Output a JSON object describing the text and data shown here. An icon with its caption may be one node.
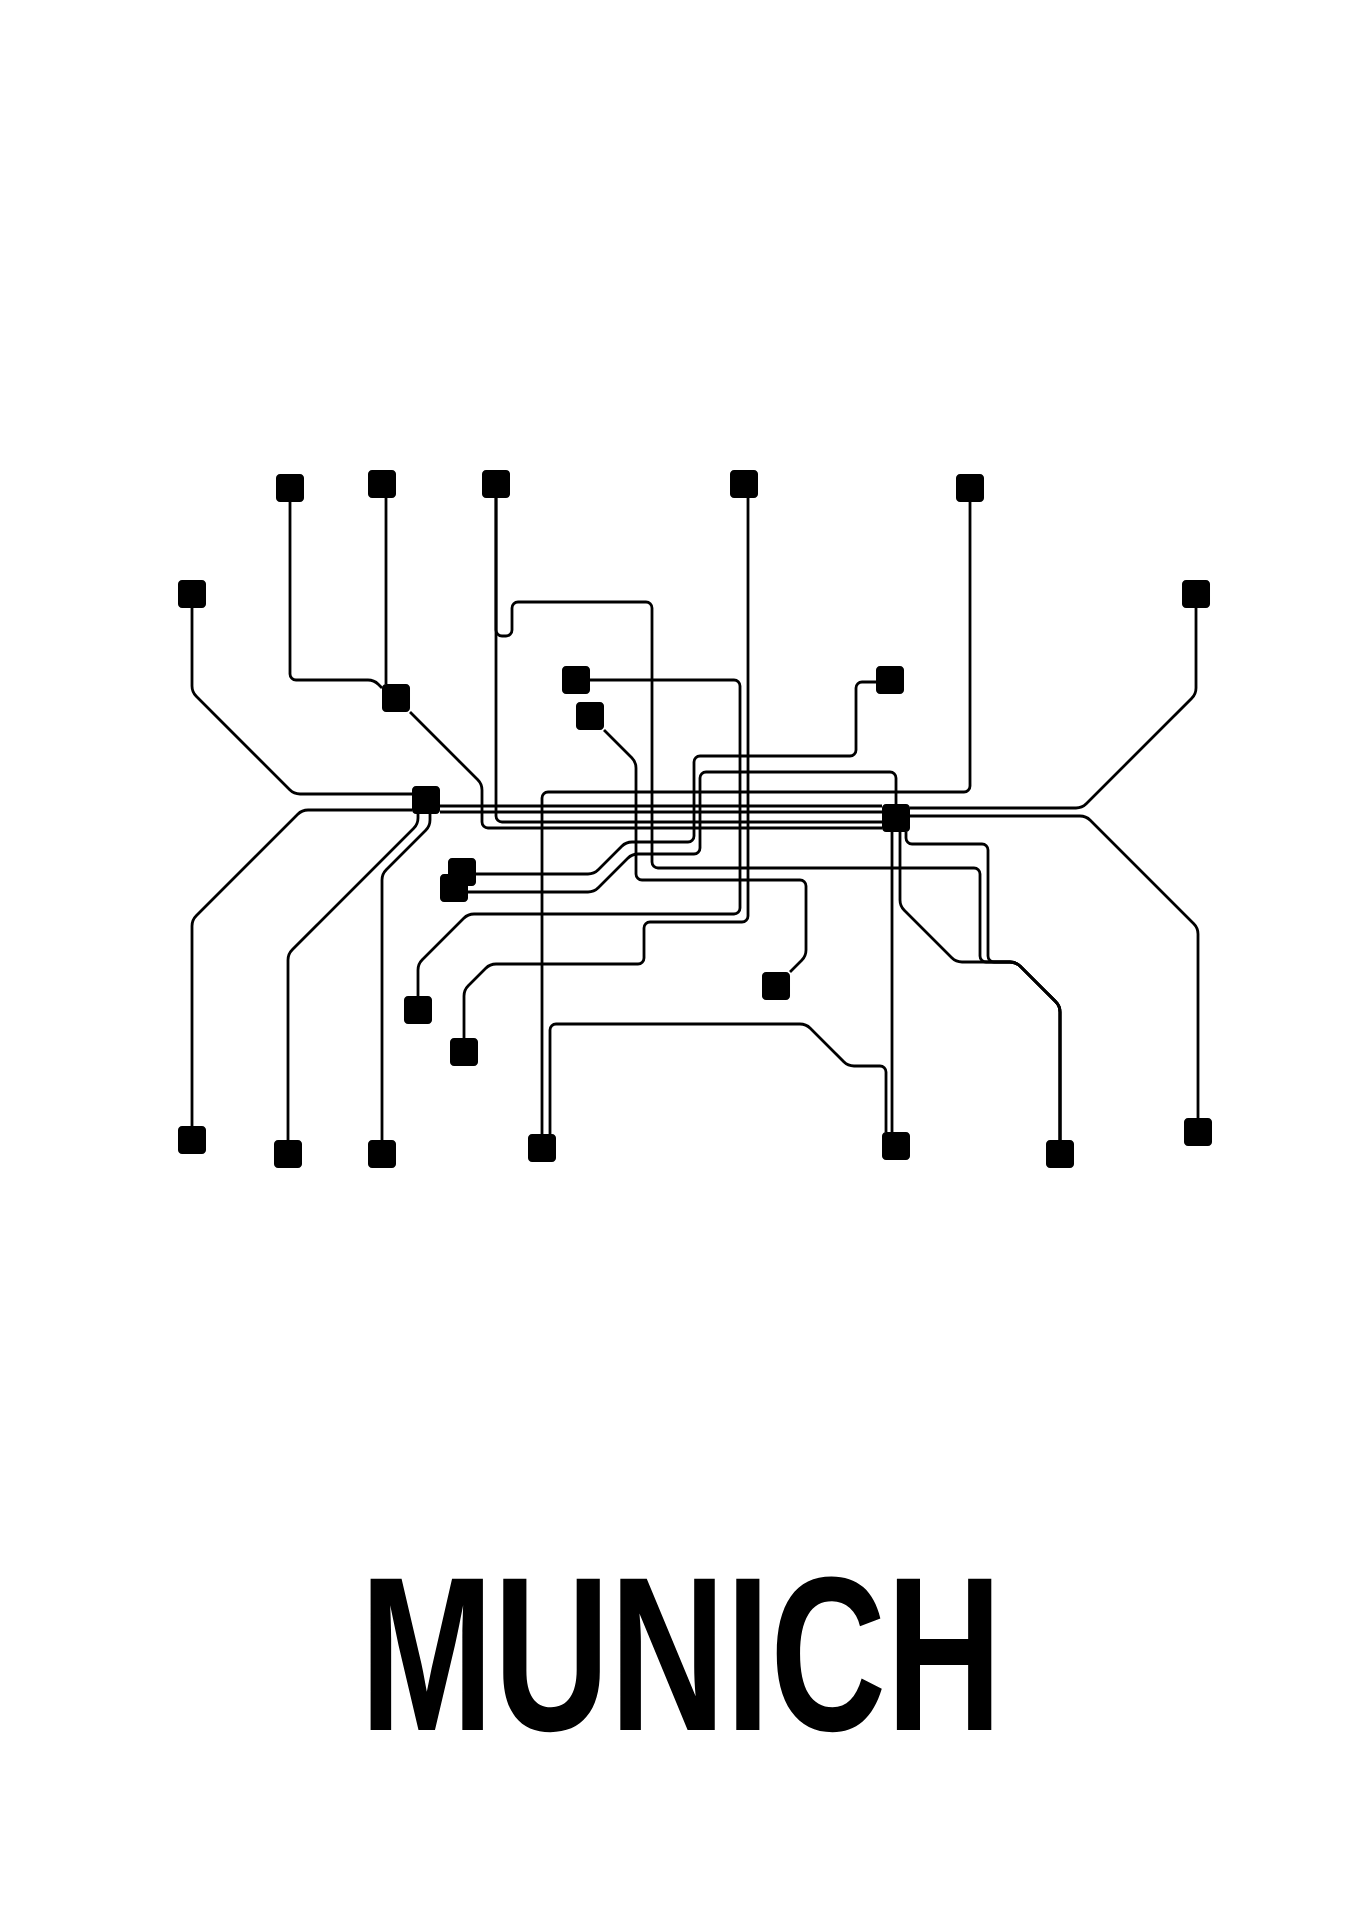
{
  "diagram": {
    "title": "MUNICH",
    "nodes": [
      {
        "text": [],
        "shape": "box"
      },
      {
        "text": [],
        "shape": "box"
      },
      {
        "text": [],
        "shape": "box"
      },
      {
        "text": [],
        "shape": "box"
      },
      {
        "text": [],
        "shape": "box"
      },
      {
        "text": [],
        "shape": "box"
      },
      {
        "text": [],
        "shape": "box"
      },
      {
        "text": [],
        "shape": "box"
      },
      {
        "text": [],
        "shape": "box"
      },
      {
        "text": [],
        "shape": "box"
      },
      {
        "text": [],
        "shape": "box"
      },
      {
        "text": [],
        "shape": "box"
      },
      {
        "text": [],
        "shape": "box"
      },
      {
        "text": [],
        "shape": "box"
      },
      {
        "text": [],
        "shape": "box"
      },
      {
        "text": [],
        "shape": "box"
      },
      {
        "text": [],
        "shape": "box"
      },
      {
        "text": [],
        "shape": "box"
      },
      {
        "text": [],
        "shape": "box"
      },
      {
        "text": [],
        "shape": "box"
      },
      {
        "text": [],
        "shape": "box"
      },
      {
        "text": [],
        "shape": "box"
      },
      {
        "text": [],
        "shape": "box"
      },
      {
        "text": [],
        "shape": "box"
      },
      {
        "text": [],
        "shape": "box"
      }
    ],
    "edges": [
      {
        "from": 5,
        "to": 11,
        "arrow": "none"
      },
      {
        "from": 18,
        "to": 11,
        "arrow": "none"
      },
      {
        "from": 0,
        "to": 7,
        "arrow": "none"
      },
      {
        "from": 1,
        "to": 7,
        "arrow": "none"
      },
      {
        "from": 7,
        "to": 12,
        "arrow": "none"
      },
      {
        "from": 2,
        "to": 12,
        "arrow": "none"
      },
      {
        "from": 2,
        "to": 23,
        "arrow": "none"
      },
      {
        "from": 4,
        "to": 21,
        "arrow": "none"
      },
      {
        "from": 8,
        "to": 16,
        "arrow": "none"
      },
      {
        "from": 9,
        "to": 15,
        "arrow": "none"
      },
      {
        "from": 3,
        "to": 17,
        "arrow": "none"
      },
      {
        "from": 10,
        "to": 13,
        "arrow": "none"
      },
      {
        "from": 14,
        "to": 12,
        "arrow": "none"
      },
      {
        "from": 11,
        "to": 12,
        "arrow": "none"
      },
      {
        "from": 11,
        "to": 12,
        "arrow": "none"
      },
      {
        "from": 11,
        "to": 19,
        "arrow": "none"
      },
      {
        "from": 11,
        "to": 20,
        "arrow": "none"
      },
      {
        "from": 12,
        "to": 6,
        "arrow": "none"
      },
      {
        "from": 12,
        "to": 24,
        "arrow": "none"
      },
      {
        "from": 12,
        "to": 22,
        "arrow": "none"
      },
      {
        "from": 12,
        "to": 23,
        "arrow": "none"
      },
      {
        "from": 12,
        "to": 23,
        "arrow": "none"
      },
      {
        "from": 22,
        "to": 21,
        "arrow": "none"
      }
    ]
  }
}
